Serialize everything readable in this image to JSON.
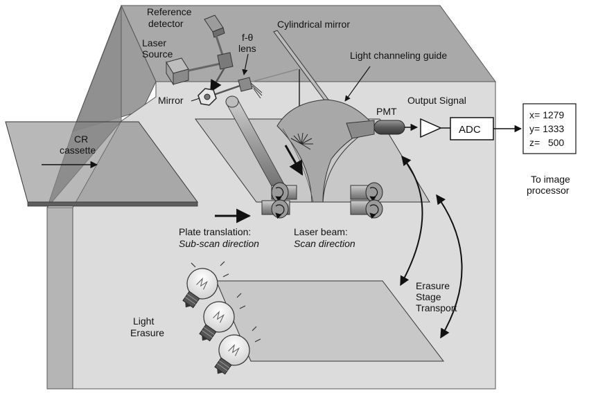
{
  "labels": {
    "reference_detector": [
      "Reference",
      "detector"
    ],
    "laser_source": [
      "Laser",
      "Source"
    ],
    "f_theta_lens": [
      "f-θ",
      "lens"
    ],
    "cylindrical_mirror": "Cylindrical mirror",
    "light_channeling_guide": "Light channeling guide",
    "mirror": "Mirror",
    "output_signal": "Output Signal",
    "pmt": "PMT",
    "adc": "ADC",
    "cr_cassette": [
      "CR",
      "cassette"
    ],
    "plate_translation": [
      "Plate translation:",
      "Sub-scan direction"
    ],
    "laser_beam": [
      "Laser beam:",
      "Scan direction"
    ],
    "erasure_stage_transport": [
      "Erasure",
      "Stage",
      "Transport"
    ],
    "light_erasure": [
      "Light",
      "Erasure"
    ],
    "to_image_processor": [
      "To image",
      "processor"
    ]
  },
  "readout": {
    "x": "x= 1279",
    "y": "y= 1333",
    "z": "z=   500"
  },
  "colors": {
    "box_top": "#a9a9a9",
    "box_front": "#dcdcdc",
    "box_side": "#9a9a9a",
    "plate": "#c8c8c8",
    "roller": "#8a8a8a",
    "pmt": "#6e6e6e"
  }
}
